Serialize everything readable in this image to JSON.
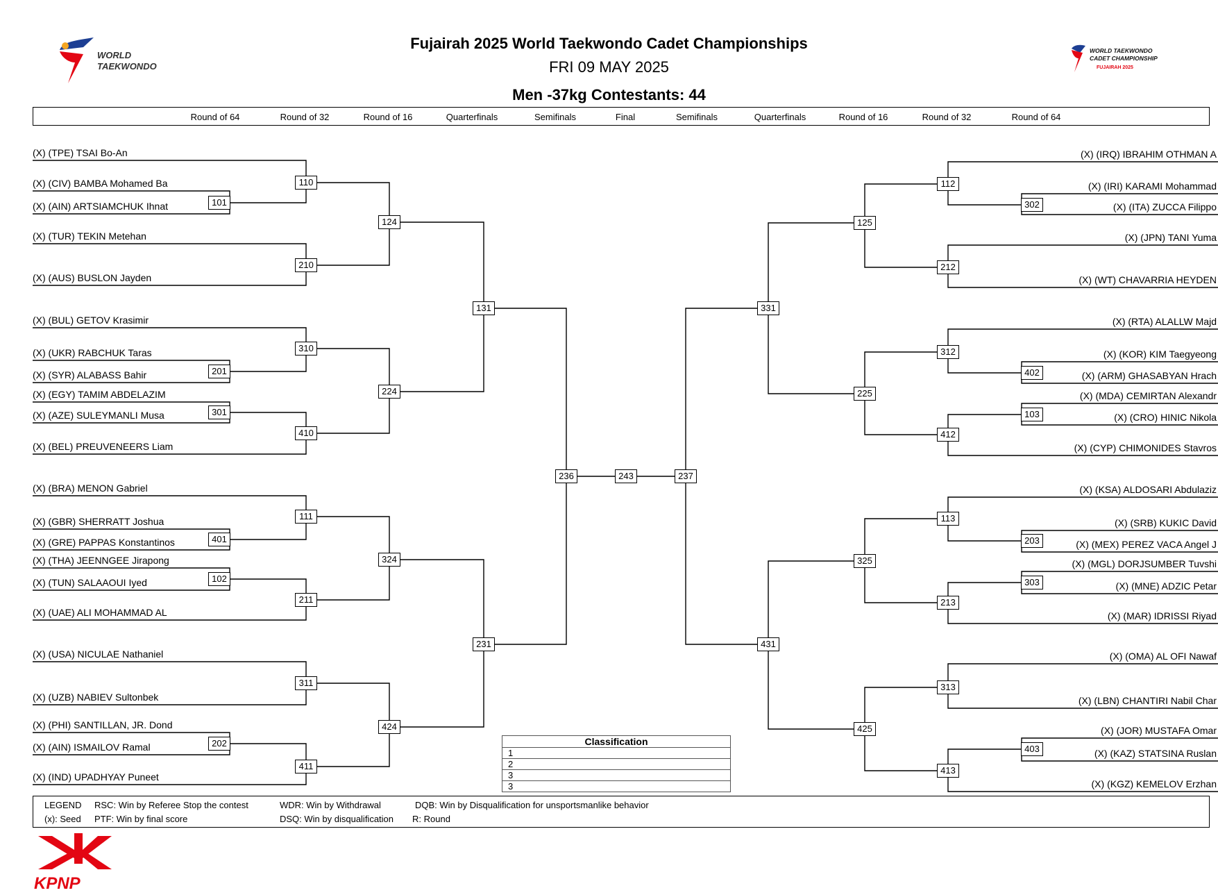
{
  "header": {
    "title": "Fujairah 2025 World Taekwondo Cadet Championships",
    "date": "FRI 09 MAY 2025",
    "division": "Men -37kg   Contestants: 44"
  },
  "logos": {
    "wt_logo_text_1": "WORLD",
    "wt_logo_text_2": "TAEKWONDO",
    "champ_logo_text_1": "WORLD TAEKWONDO",
    "champ_logo_text_2": "CADET CHAMPIONSHIP",
    "champ_logo_text_3": "FUJAIRAH 2025",
    "sponsor_text": "KPNP",
    "brand_red": "#e30613",
    "brand_blue": "#1d3f93"
  },
  "rounds": [
    "Round of 64",
    "Round of 32",
    "Round of 16",
    "Quarterfinals",
    "Semifinals",
    "Final",
    "Semifinals",
    "Quarterfinals",
    "Round of 16",
    "Round of 32",
    "Round of 64"
  ],
  "left_athletes": [
    "(X) (TPE) TSAI Bo-An",
    "(X) (CIV) BAMBA Mohamed Ba",
    "(X) (AIN) ARTSIAMCHUK Ihnat",
    "(X) (TUR) TEKIN Metehan",
    "(X) (AUS) BUSLON Jayden",
    "(X) (BUL) GETOV Krasimir",
    "(X) (UKR) RABCHUK Taras",
    "(X) (SYR) ALABASS Bahir",
    "(X) (EGY) TAMIM ABDELAZIM",
    "(X) (AZE) SULEYMANLI Musa",
    "(X) (BEL) PREUVENEERS Liam",
    "(X) (BRA) MENON Gabriel",
    "(X) (GBR) SHERRATT Joshua",
    "(X) (GRE) PAPPAS Konstantinos",
    "(X) (THA) JEENNGEE Jirapong",
    "(X) (TUN) SALAAOUI Iyed",
    "(X) (UAE) ALI MOHAMMAD AL",
    "(X) (USA) NICULAE Nathaniel",
    "(X) (UZB) NABIEV Sultonbek",
    "(X) (PHI) SANTILLAN, JR. Dond",
    "(X) (AIN) ISMAILOV Ramal",
    "(X) (IND) UPADHYAY Puneet"
  ],
  "right_athletes": [
    "(X) (IRQ) IBRAHIM OTHMAN A",
    "(X) (IRI) KARAMI Mohammad",
    "(X) (ITA) ZUCCA Filippo",
    "(X) (JPN) TANI Yuma",
    "(X) (WT) CHAVARRIA HEYDEN",
    "(X) (RTA) ALALLW Majd",
    "(X) (KOR) KIM Taegyeong",
    "(X) (ARM) GHASABYAN Hrach",
    "(X) (MDA) CEMIRTAN Alexandr",
    "(X) (CRO) HINIC Nikola",
    "(X) (CYP) CHIMONIDES Stavros",
    "(X) (KSA) ALDOSARI Abdulaziz",
    "(X) (SRB) KUKIC David",
    "(X) (MEX) PEREZ VACA Angel J",
    "(X) (MGL) DORJSUMBER Tuvshi",
    "(X) (MNE) ADZIC Petar",
    "(X) (MAR) IDRISSI Riyad",
    "(X) (OMA) AL OFI Nawaf",
    "(X) (LBN) CHANTIRI Nabil Char",
    "(X) (JOR) MUSTAFA Omar",
    "(X) (KAZ) STATSINA Ruslan",
    "(X) (KGZ) KEMELOV Erzhan"
  ],
  "matches": {
    "l64": [
      "101",
      "201",
      "301",
      "401",
      "102",
      "202"
    ],
    "l32": [
      "110",
      "210",
      "310",
      "410",
      "111",
      "211",
      "311",
      "411"
    ],
    "l16": [
      "124",
      "224",
      "324",
      "424"
    ],
    "lqf": [
      "131",
      "231"
    ],
    "lsf": "236",
    "final": "243",
    "rsf": "237",
    "rqf": [
      "331",
      "431"
    ],
    "r16": [
      "125",
      "225",
      "325",
      "425"
    ],
    "r32": [
      "112",
      "212",
      "312",
      "412",
      "113",
      "213",
      "313",
      "413"
    ],
    "r64": [
      "302",
      "402",
      "103",
      "203",
      "303",
      "403"
    ]
  },
  "classification": {
    "title": "Classification",
    "places": [
      "1",
      "2",
      "3",
      "3"
    ]
  },
  "legend": {
    "title": "LEGEND",
    "rsc": "RSC: Win by Referee Stop the contest",
    "wdr": "WDR: Win by Withdrawal",
    "dqb": "DQB: Win by Disqualification for unsportsmanlike behavior",
    "seed": "(x): Seed",
    "ptf": "PTF: Win by final score",
    "dsq": "DSQ: Win by disqualification",
    "r": "R: Round"
  }
}
